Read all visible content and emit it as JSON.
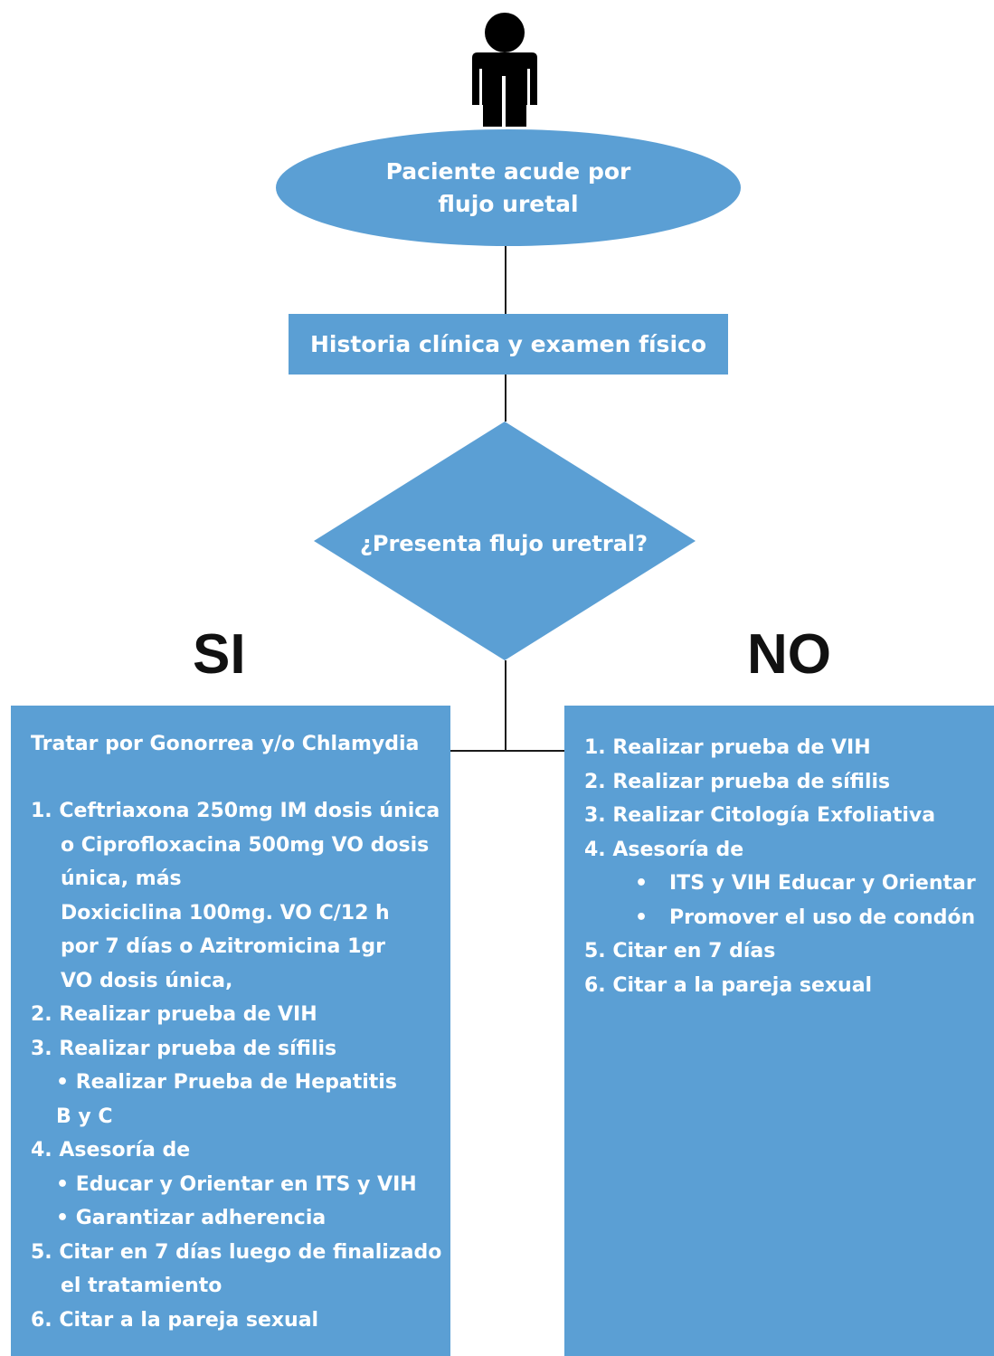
{
  "start": {
    "line1": "Paciente acude por",
    "line2": "flujo uretal"
  },
  "step": {
    "label": "Historia clínica y examen físico"
  },
  "decision": {
    "question": "¿Presenta flujo uretral?"
  },
  "branches": {
    "yes": "SI",
    "no": "NO"
  },
  "yes_box": {
    "title": "Tratar por Gonorrea y/o Chlamydia",
    "lines": [
      "1. Ceftriaxona 250mg IM dosis única",
      "o Ciprofloxacina 500mg VO dosis",
      "única, más",
      "Doxiciclina 100mg. VO C/12 h",
      "por  7 días  o Azitromicina 1gr",
      "VO dosis única,",
      "2. Realizar prueba de VIH",
      "3. Realizar prueba de sífilis",
      "•  Realizar Prueba de Hepatitis",
      "B y C",
      "4. Asesoría de",
      "•  Educar y Orientar en ITS y VIH",
      "•  Garantizar adherencia",
      "5. Citar en 7 días luego de finalizado",
      "el tratamiento",
      "6. Citar a la pareja sexual"
    ]
  },
  "no_box": {
    "lines": [
      "1. Realizar prueba de VIH",
      "2. Realizar prueba de sífilis",
      "3. Realizar Citología Exfoliativa",
      "4. Asesoría de",
      "•",
      "ITS y VIH Educar y Orientar",
      "•",
      "Promover el uso de condón",
      "5. Citar en 7 días",
      "6. Citar a la pareja sexual"
    ]
  },
  "colors": {
    "box_fill": "#5b9fd4",
    "text_on_box": "#ffffff",
    "connector": "#1a1a1a",
    "icon": "#000000"
  },
  "icons": {
    "person": "person-icon"
  }
}
